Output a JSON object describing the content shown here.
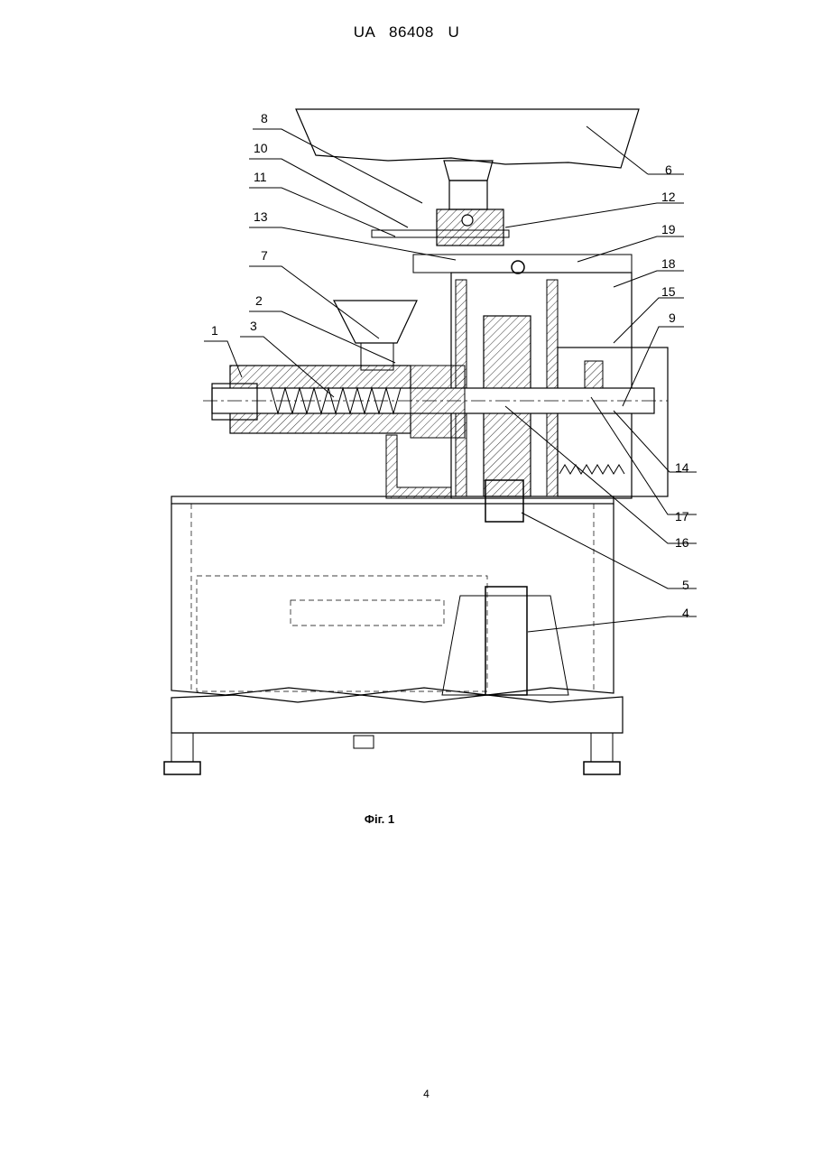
{
  "header": {
    "document_number": "UA   86408   U"
  },
  "figure": {
    "caption": "Фіг. 1",
    "labels": {
      "l1": "1",
      "l2": "2",
      "l3": "3",
      "l4": "4",
      "l5": "5",
      "l6": "6",
      "l7": "7",
      "l8": "8",
      "l9": "9",
      "l10": "10",
      "l11": "11",
      "l12": "12",
      "l13": "13",
      "l14": "14",
      "l15": "15",
      "l16": "16",
      "l17": "17",
      "l18": "18",
      "l19": "19"
    }
  },
  "footer": {
    "page_number": "4"
  }
}
